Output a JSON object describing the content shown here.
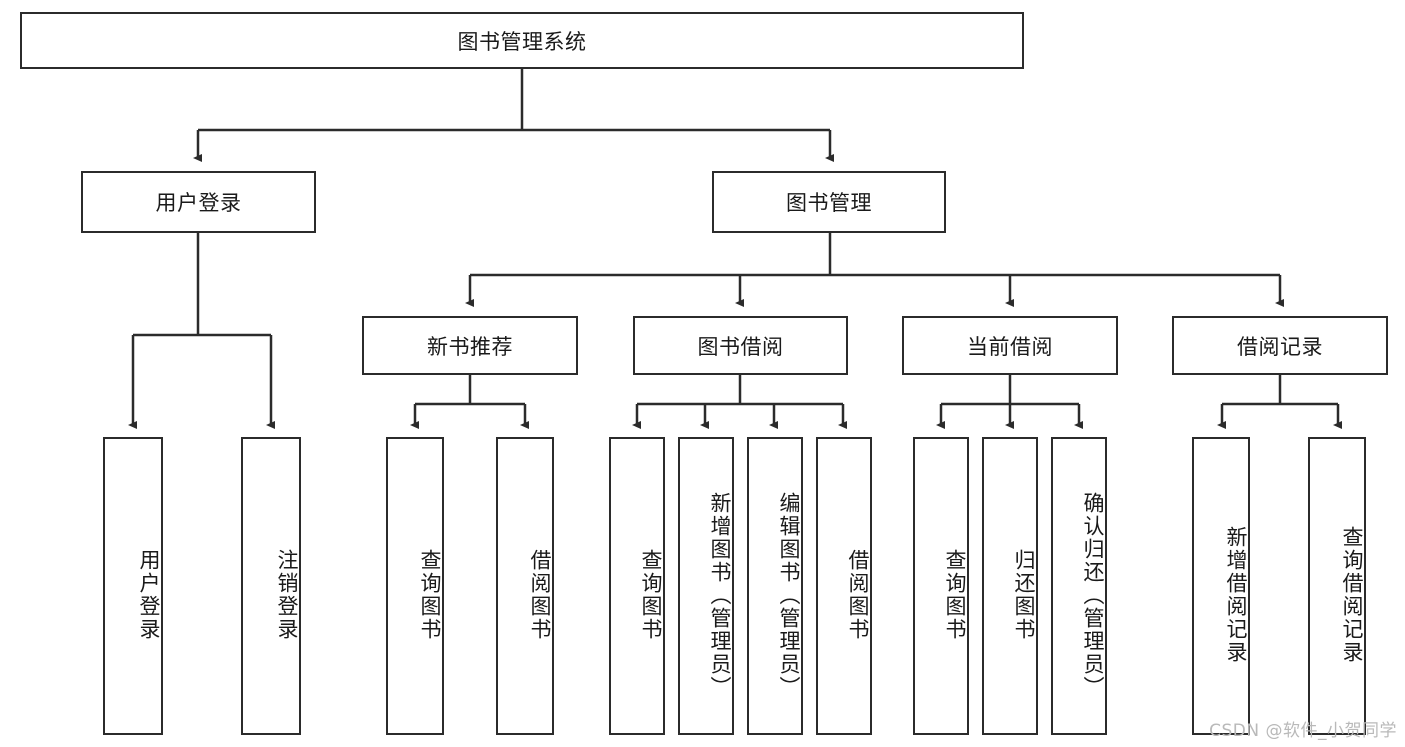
{
  "diagram": {
    "title": "图书管理系统",
    "root": {
      "label": "图书管理系统"
    },
    "level2": [
      {
        "label": "用户登录"
      },
      {
        "label": "图书管理"
      }
    ],
    "level3": [
      {
        "label": "新书推荐"
      },
      {
        "label": "图书借阅"
      },
      {
        "label": "当前借阅"
      },
      {
        "label": "借阅记录"
      }
    ],
    "leaves_user_login": [
      {
        "label": "用户登录"
      },
      {
        "label": "注销登录"
      }
    ],
    "leaves_new_book": [
      {
        "label": "查询图书"
      },
      {
        "label": "借阅图书"
      }
    ],
    "leaves_borrow": [
      {
        "label": "查询图书"
      },
      {
        "label": "新增图书（管理员）"
      },
      {
        "label": "编辑图书（管理员）"
      },
      {
        "label": "借阅图书"
      }
    ],
    "leaves_current": [
      {
        "label": "查询图书"
      },
      {
        "label": "归还图书"
      },
      {
        "label": "确认归还（管理员）"
      }
    ],
    "leaves_records": [
      {
        "label": "新增借阅记录"
      },
      {
        "label": "查询借阅记录"
      }
    ]
  },
  "watermark": {
    "text": "CSDN @软件_小贺同学"
  },
  "colors": {
    "stroke": "#2b2b2b",
    "fill": "#ffffff",
    "text": "#1a1a1a",
    "watermark": "#b9b9b9"
  }
}
